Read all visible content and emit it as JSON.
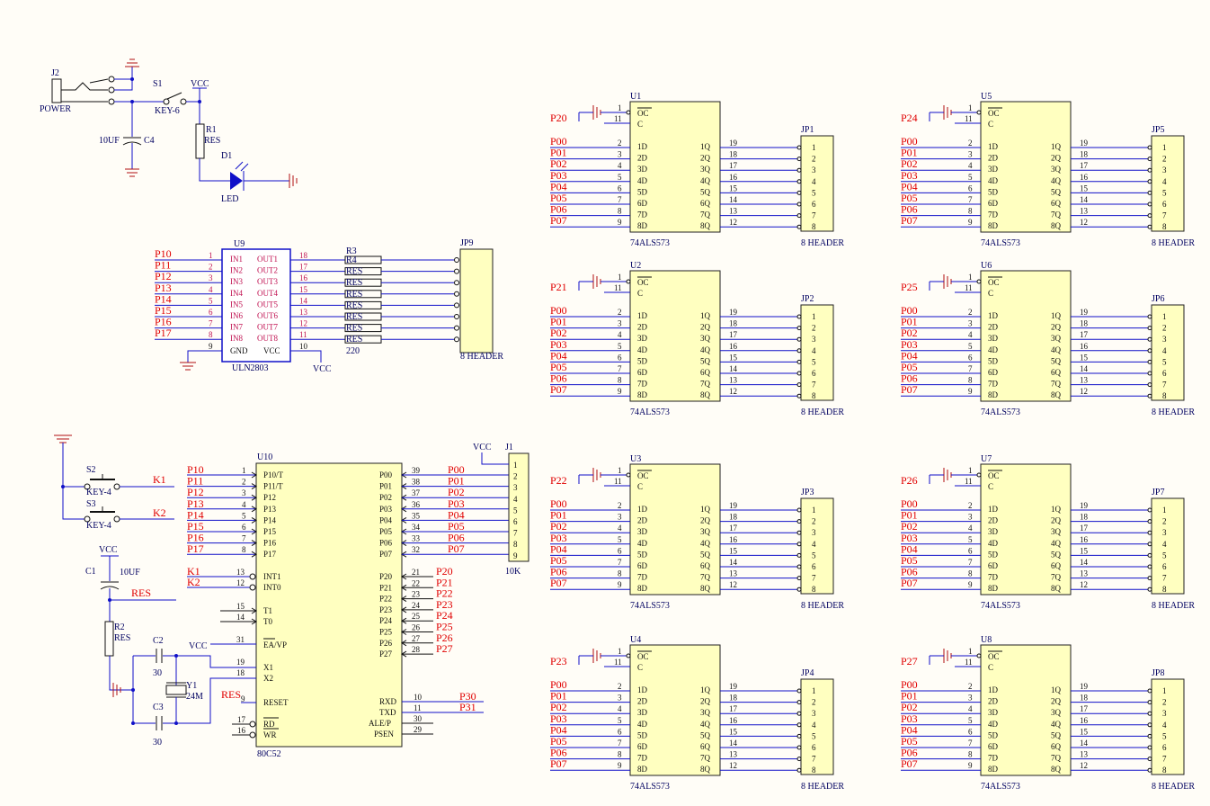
{
  "colors": {
    "wire": "#1010c8",
    "net_label": "#e00000",
    "chip_fill": "#ffffc0",
    "ground": "#b01010"
  },
  "latch_pins_left": [
    "1D",
    "2D",
    "3D",
    "4D",
    "5D",
    "6D",
    "7D",
    "8D"
  ],
  "latch_pins_right": [
    "1Q",
    "2Q",
    "3Q",
    "4Q",
    "5Q",
    "6Q",
    "7Q",
    "8Q"
  ],
  "latch_pin_nums_left": [
    "2",
    "3",
    "4",
    "5",
    "6",
    "7",
    "8",
    "9"
  ],
  "latch_pin_nums_right": [
    "19",
    "18",
    "17",
    "16",
    "15",
    "14",
    "13",
    "12"
  ],
  "latch_nets": [
    "P00",
    "P01",
    "P02",
    "P03",
    "P04",
    "P05",
    "P06",
    "P07"
  ],
  "header_pins": [
    "1",
    "2",
    "3",
    "4",
    "5",
    "6",
    "7",
    "8"
  ],
  "latch_oc": "OC",
  "latch_c": "C",
  "latches": [
    {
      "ref": "U1",
      "part": "74ALS573",
      "oc_net": "P20",
      "header_ref": "JP1",
      "header_part": "8 HEADER"
    },
    {
      "ref": "U2",
      "part": "74ALS573",
      "oc_net": "P21",
      "header_ref": "JP2",
      "header_part": "8 HEADER"
    },
    {
      "ref": "U3",
      "part": "74ALS573",
      "oc_net": "P22",
      "header_ref": "JP3",
      "header_part": "8 HEADER"
    },
    {
      "ref": "U4",
      "part": "74ALS573",
      "oc_net": "P23",
      "header_ref": "JP4",
      "header_part": "8 HEADER"
    },
    {
      "ref": "U5",
      "part": "74ALS573",
      "oc_net": "P24",
      "header_ref": "JP5",
      "header_part": "8 HEADER"
    },
    {
      "ref": "U6",
      "part": "74ALS573",
      "oc_net": "P25",
      "header_ref": "JP6",
      "header_part": "8 HEADER"
    },
    {
      "ref": "U7",
      "part": "74ALS573",
      "oc_net": "P26",
      "header_ref": "JP7",
      "header_part": "8 HEADER"
    },
    {
      "ref": "U8",
      "part": "74ALS573",
      "oc_net": "P27",
      "header_ref": "JP8",
      "header_part": "8 HEADER"
    }
  ],
  "power": {
    "j2": "J2",
    "j2_label": "POWER",
    "s1": "S1",
    "s1_label": "KEY-6",
    "vcc": "VCC",
    "c4": "C4",
    "c4_val": "10UF",
    "r1": "R1",
    "r1_val": "RES",
    "d1": "D1",
    "d1_val": "LED"
  },
  "uln": {
    "ref": "U9",
    "part": "ULN2803",
    "nets": [
      "P10",
      "P11",
      "P12",
      "P13",
      "P14",
      "P15",
      "P16",
      "P17"
    ],
    "in_pins": [
      "IN1",
      "IN2",
      "IN3",
      "IN4",
      "IN5",
      "IN6",
      "IN7",
      "IN8"
    ],
    "out_pins": [
      "OUT1",
      "OUT2",
      "OUT3",
      "OUT4",
      "OUT5",
      "OUT6",
      "OUT7",
      "OUT8"
    ],
    "in_nums": [
      "1",
      "2",
      "3",
      "4",
      "5",
      "6",
      "7",
      "8"
    ],
    "out_nums": [
      "18",
      "17",
      "16",
      "15",
      "14",
      "13",
      "12",
      "11"
    ],
    "gnd": "GND",
    "gnd_num": "9",
    "vcc": "VCC",
    "vcc_num": "10",
    "vcc_net": "VCC",
    "r3": "R3",
    "r4": "R4",
    "res": "RES",
    "r_val": "220",
    "header_ref": "JP9",
    "header_part": "8 HEADER"
  },
  "mcu": {
    "ref": "U10",
    "part": "80C52",
    "left_pins": [
      "P10/T",
      "P11/T",
      "P12",
      "P13",
      "P14",
      "P15",
      "P16",
      "P17"
    ],
    "left_nums": [
      "1",
      "2",
      "3",
      "4",
      "5",
      "6",
      "7",
      "8"
    ],
    "left_nets": [
      "P10",
      "P11",
      "P12",
      "P13",
      "P14",
      "P15",
      "P16",
      "P17"
    ],
    "right_p0_pins": [
      "P00",
      "P01",
      "P02",
      "P03",
      "P04",
      "P05",
      "P06",
      "P07"
    ],
    "right_p0_nums": [
      "39",
      "38",
      "37",
      "36",
      "35",
      "34",
      "33",
      "32"
    ],
    "right_p0_nets": [
      "P00",
      "P01",
      "P02",
      "P03",
      "P04",
      "P05",
      "P06",
      "P07"
    ],
    "right_p2_pins": [
      "P20",
      "P21",
      "P22",
      "P23",
      "P24",
      "P25",
      "P26",
      "P27"
    ],
    "right_p2_nums": [
      "21",
      "22",
      "23",
      "24",
      "25",
      "26",
      "27",
      "28"
    ],
    "right_p2_nets": [
      "P20",
      "P21",
      "P22",
      "P23",
      "P24",
      "P25",
      "P26",
      "P27"
    ],
    "int0": "INT1",
    "int1": "INT0",
    "int_nums": [
      "13",
      "12"
    ],
    "int_nets": [
      "K1",
      "K2"
    ],
    "t_pins": [
      "T1",
      "T0"
    ],
    "t_nums": [
      "15",
      "14"
    ],
    "ea": "EA/VP",
    "ea_num": "31",
    "ea_net": "VCC",
    "x_pins": [
      "X1",
      "X2"
    ],
    "x_nums": [
      "19",
      "18"
    ],
    "reset": "RESET",
    "reset_num": "9",
    "reset_net": "RES",
    "rdwr": [
      "RD",
      "WR"
    ],
    "rdwr_nums": [
      "17",
      "16"
    ],
    "rx_pins": [
      "RXD",
      "TXD",
      "ALE/P",
      "PSEN"
    ],
    "rx_nums": [
      "10",
      "11",
      "30",
      "29"
    ],
    "rx_nets": [
      "P30",
      "P31"
    ]
  },
  "left_misc": {
    "s2": "S2",
    "s3": "S3",
    "key4": "KEY-4",
    "k1": "K1",
    "k2": "K2",
    "vcc": "VCC",
    "c1": "C1",
    "c1_val": "10UF",
    "res_net": "RES",
    "r2": "R2",
    "r2_val": "RES",
    "c2": "C2",
    "c2_val": "30",
    "c3": "C3",
    "c3_val": "30",
    "y1": "Y1",
    "y1_val": "24M",
    "vcc_ea": "VCC"
  },
  "j1": {
    "ref": "J1",
    "part": "10K",
    "vcc": "VCC",
    "pins": [
      "1",
      "2",
      "3",
      "4",
      "5",
      "6",
      "7",
      "8",
      "9"
    ]
  }
}
